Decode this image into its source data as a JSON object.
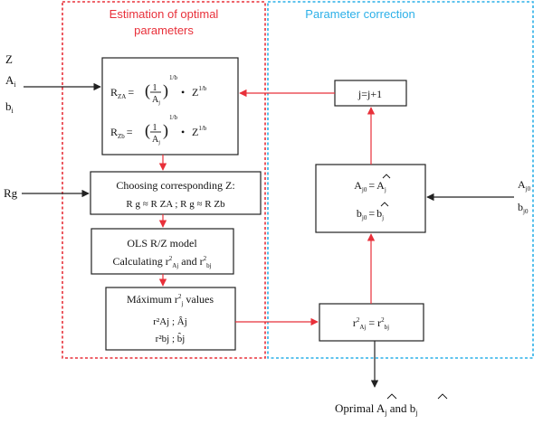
{
  "diagram": {
    "colors": {
      "red_dashed": "#e8303a",
      "blue_dashed": "#2cb0e8",
      "arrow_red": "#e8303a",
      "arrow_black": "#222222",
      "text": "#111111",
      "box_stroke": "#222222"
    },
    "panels": {
      "left_title_line1": "Estimation of optimal",
      "left_title_line2": "parameters",
      "right_title": "Parameter correction"
    },
    "inputs": {
      "z": "Z",
      "a": "A",
      "a_sub": "i",
      "b": "b",
      "b_sub": "i",
      "rg": "Rg",
      "aj0": "A",
      "aj0_sub": "j0",
      "bj0": "b",
      "bj0_sub": "j0"
    },
    "boxes": {
      "formula": {
        "line1_lhs": "R",
        "line1_lhs_sub": "ZA",
        "line1_frac_num": "1",
        "line1_frac_den": "A",
        "line1_frac_den_sub": "j",
        "line1_exp": "1/b",
        "line1_z_exp": "1/b",
        "line2_lhs": "R",
        "line2_lhs_sub": "Zb",
        "line2_frac_num": "1",
        "line2_frac_den": "A",
        "line2_frac_den_sub": "j",
        "line2_exp": "1/b",
        "line2_z_exp": "1/b",
        "eq": "=",
        "dot": "•",
        "z": "Z"
      },
      "choosing": {
        "line1": "Choosing corresponding Z:",
        "line2": "R g ≈ R ZA ; R g ≈ R Zb"
      },
      "ols": {
        "line1": "OLS R/Z model",
        "line2_prefix": "Calculating r",
        "line2_mid": " and r",
        "sup": "2",
        "sub_a": "Aj",
        "sub_b": "bj"
      },
      "maximum": {
        "line1_prefix": "Máximum r",
        "line1_suffix": " values",
        "sup": "2",
        "sub_j": "j",
        "line2": "r²Aj ; Âj",
        "line3": "r²bj ; b̂j"
      },
      "increment": {
        "label": "j=j+1"
      },
      "assign": {
        "line1_lhs": "A",
        "line1_lhs_sub": "j0",
        "line1_rhs": "A",
        "line1_rhs_sub": "j",
        "line2_lhs": "b",
        "line2_lhs_sub": "j0",
        "line2_rhs": "b",
        "line2_rhs_sub": "j",
        "eq": "="
      },
      "equality": {
        "lhs": "r",
        "lhs_sub": "Aj",
        "rhs": "r",
        "rhs_sub": "bj",
        "sup": "2",
        "eq": "="
      }
    },
    "output": {
      "prefix": "Oprimal ",
      "a": "A",
      "a_sub": "j",
      "mid": " and ",
      "b": "b",
      "b_sub": "j"
    }
  }
}
